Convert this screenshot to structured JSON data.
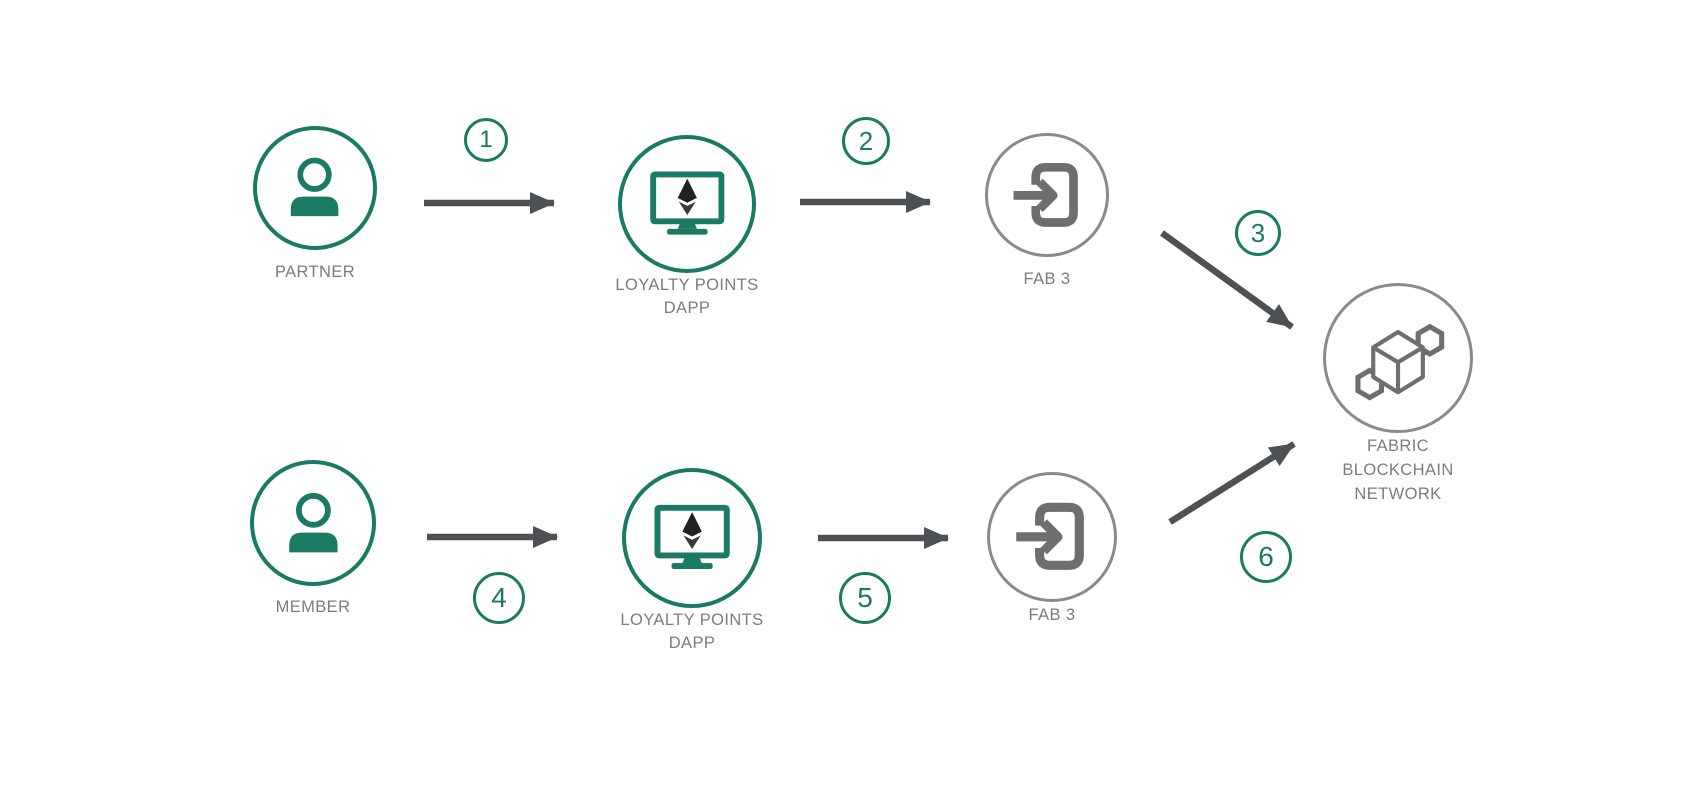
{
  "colors": {
    "accent_green": "#1a7a63",
    "arrow_gray": "#4e5154",
    "icon_gray": "#6e6e6e",
    "ring_gray": "#8a8a8a",
    "label_gray": "#7c7c7c",
    "eth_dark": "#212121",
    "eth_mid": "#3a3a3a"
  },
  "nodes": {
    "partner": {
      "label": "PARTNER",
      "icon": "user-icon"
    },
    "dapp_top": {
      "line1": "LOYALTY POINTS",
      "line2": "DAPP",
      "icon": "monitor-ethereum-icon"
    },
    "fab3_top": {
      "label": "FAB 3",
      "icon": "sign-in-arrow-icon"
    },
    "fabric": {
      "line1": "FABRIC",
      "line2": "BLOCKCHAIN",
      "line3": "NETWORK",
      "icon": "blockchain-cube-icon"
    },
    "member": {
      "label": "MEMBER",
      "icon": "user-icon"
    },
    "dapp_bottom": {
      "line1": "LOYALTY POINTS",
      "line2": "DAPP",
      "icon": "monitor-ethereum-icon"
    },
    "fab3_bottom": {
      "label": "FAB 3",
      "icon": "sign-in-arrow-icon"
    }
  },
  "steps": [
    {
      "number": "1"
    },
    {
      "number": "2"
    },
    {
      "number": "3"
    },
    {
      "number": "4"
    },
    {
      "number": "5"
    },
    {
      "number": "6"
    }
  ]
}
